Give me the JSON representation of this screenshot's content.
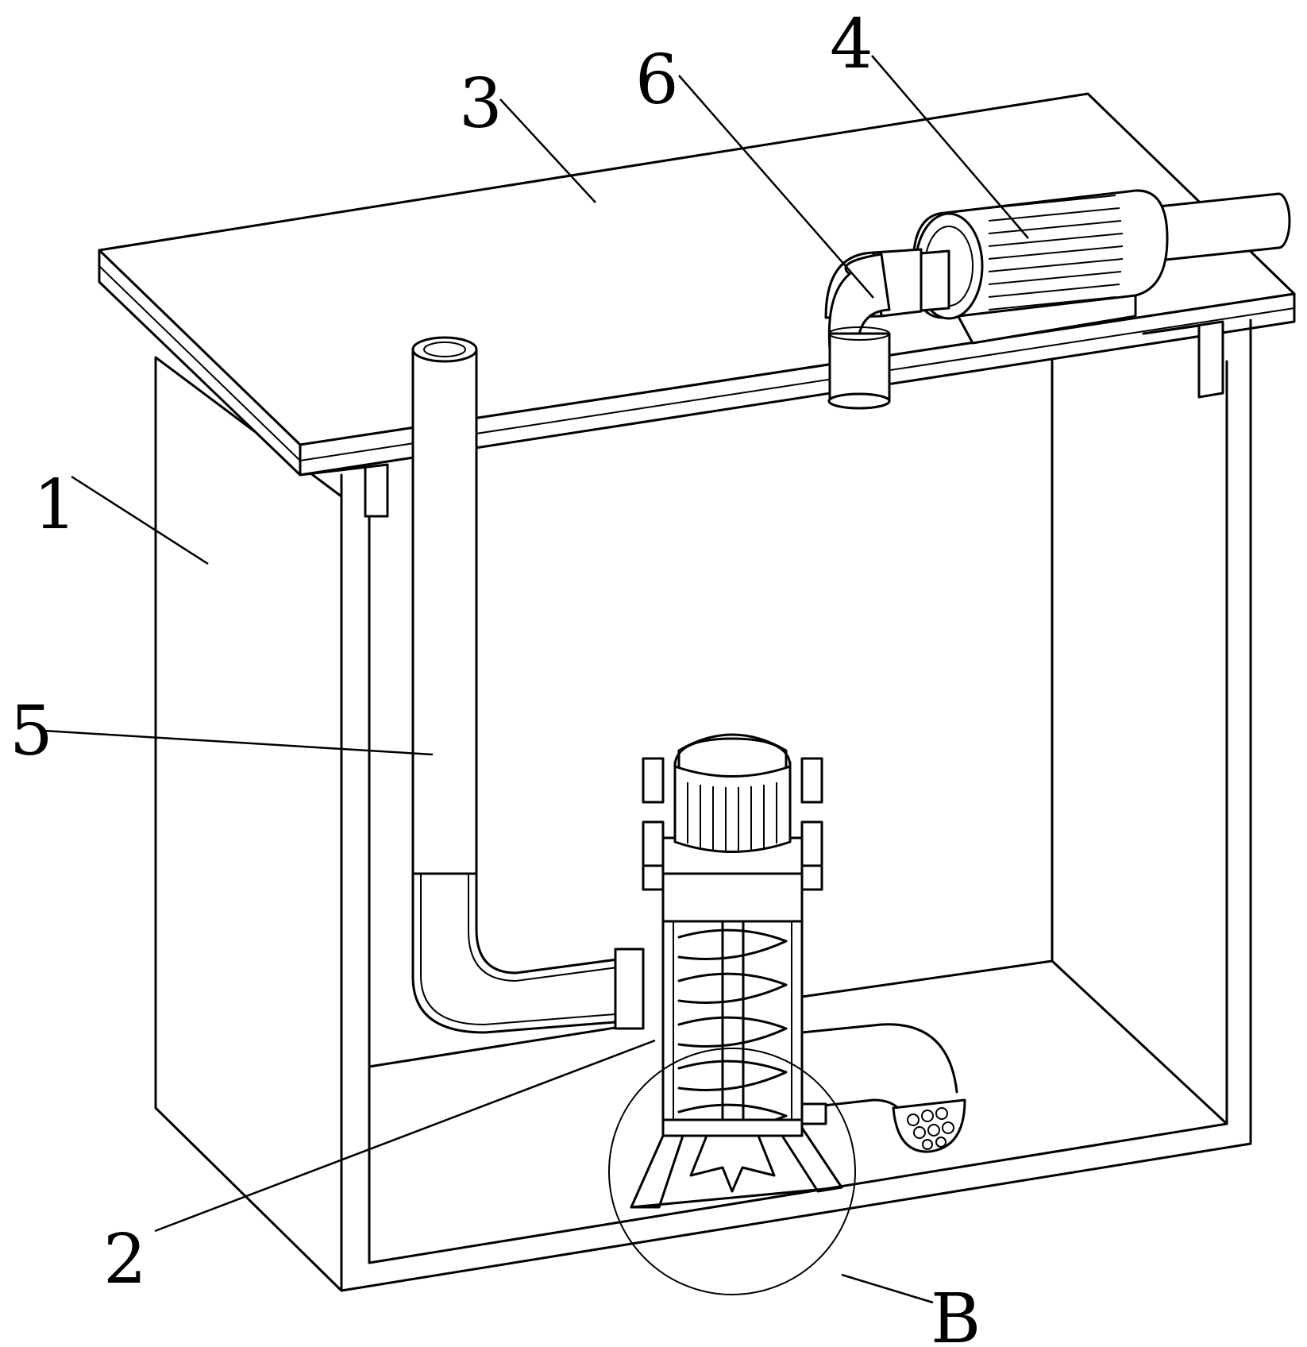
{
  "labels": {
    "n1": "1",
    "n2": "2",
    "n3": "3",
    "n4": "4",
    "n5": "5",
    "n6": "6",
    "nB": "B"
  }
}
